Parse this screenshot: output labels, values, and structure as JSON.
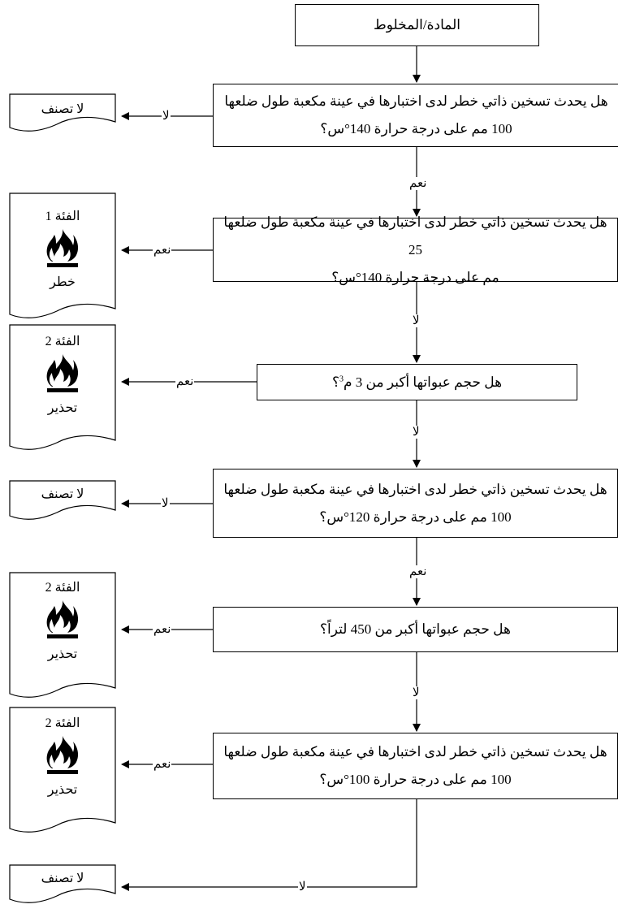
{
  "start": {
    "label": "المادة/المخلوط"
  },
  "questions": [
    {
      "id": "q1",
      "line1": "هل يحدث تسخين ذاتي خطر لدى اختبارها في عينة مكعبة طول ضلعها",
      "line2": "100 مم على درجة حرارة 140°س؟"
    },
    {
      "id": "q2",
      "line1": "هل يحدث تسخين ذاتي خطر لدى اختبارها في عينة مكعبة طول ضلعها 25",
      "line2": "مم على درجة حرارة 140°س؟"
    },
    {
      "id": "q3",
      "line1": "هل حجم عبواتها أكبر من 3 م",
      "sup": "3",
      "after": "؟"
    },
    {
      "id": "q4",
      "line1": "هل يحدث تسخين ذاتي خطر لدى اختبارها في عينة مكعبة طول ضلعها",
      "line2": "100 مم على درجة حرارة 120°س؟"
    },
    {
      "id": "q5",
      "line1": "هل حجم عبواتها أكبر من 450 لتراً؟"
    },
    {
      "id": "q6",
      "line1": "هل يحدث تسخين ذاتي خطر لدى اختبارها في عينة مكعبة طول ضلعها",
      "line2": "100 مم على درجة حرارة 100°س؟"
    }
  ],
  "outcomes": [
    {
      "id": "o1",
      "text": "لا تصنف"
    },
    {
      "id": "o2",
      "category": "الفئة 1",
      "signal": "خطر",
      "icon": "flame-icon"
    },
    {
      "id": "o3",
      "category": "الفئة 2",
      "signal": "تحذير",
      "icon": "flame-icon"
    },
    {
      "id": "o4",
      "text": "لا تصنف"
    },
    {
      "id": "o5",
      "category": "الفئة 2",
      "signal": "تحذير",
      "icon": "flame-icon"
    },
    {
      "id": "o6",
      "category": "الفئة 2",
      "signal": "تحذير",
      "icon": "flame-icon"
    },
    {
      "id": "o7",
      "text": "لا تصنف"
    }
  ],
  "answers": {
    "yes": "نعم",
    "no": "لا"
  }
}
